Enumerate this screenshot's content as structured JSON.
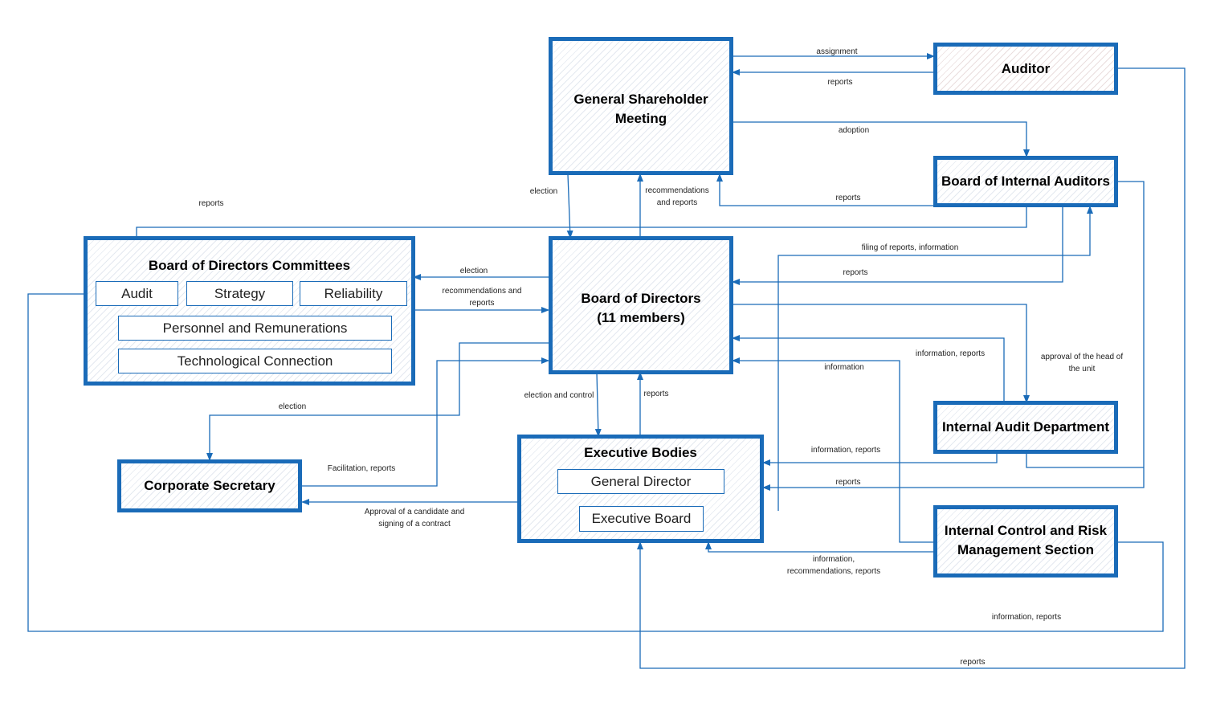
{
  "nodes": {
    "gsm": {
      "title": "General Shareholder\nMeeting"
    },
    "auditor": {
      "title": "Auditor"
    },
    "bia": {
      "title": "Board of Internal Auditors"
    },
    "bod": {
      "title": "Board of Directors\n(11 members)"
    },
    "bdc": {
      "title": "Board of Directors Committees",
      "audit": "Audit",
      "strategy": "Strategy",
      "reliability": "Reliability",
      "personnel": "Personnel and Remunerations",
      "tech": "Technological Connection"
    },
    "exec": {
      "title": "Executive Bodies",
      "gd": "General Director",
      "eb": "Executive Board"
    },
    "iad": {
      "title": "Internal Audit Department"
    },
    "icrm": {
      "title": "Internal Control and Risk\nManagement Section"
    },
    "cs": {
      "title": "Corporate Secretary"
    }
  },
  "edges": {
    "assignment": "assignment",
    "auditor_reports": "reports",
    "adoption": "adoption",
    "bia_reports": "reports",
    "gsm_election": "election",
    "recommendations_reports": "recommendations\nand reports",
    "reports_to_audit": "reports",
    "filing": "filing of reports, information",
    "bia_bod_reports": "reports",
    "bod_bdc_election": "election",
    "bdc_bod_recommendations": "recommendations and\nreports",
    "information_reports_iad": "information, reports",
    "approval_head": "approval of the head of\nthe unit",
    "information": "information",
    "election_control": "election and control",
    "exec_reports": "reports",
    "cs_election": "election",
    "facilitation": "Facilitation, reports",
    "approval_candidate": "Approval of a candidate and\nsigning of a contract",
    "iad_exec_info": "information, reports",
    "bia_exec_reports": "reports",
    "icrm_exec": "information,\nrecommendations, reports",
    "loop_info_reports": "information, reports",
    "loop_reports": "reports"
  },
  "colors": {
    "box_border": "#1a6bb8",
    "connector": "#1a6bb8"
  }
}
